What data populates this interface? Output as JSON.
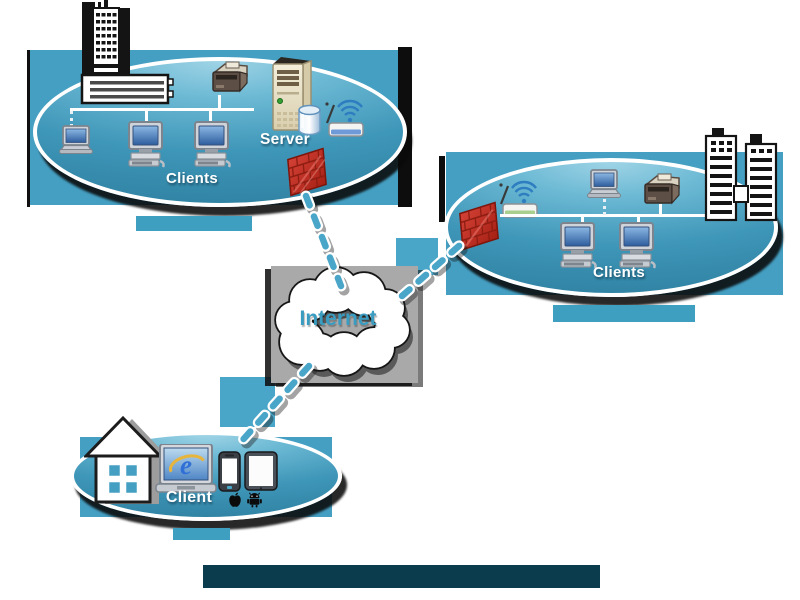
{
  "internet": {
    "label": "Internet"
  },
  "office1": {
    "caption": "",
    "clients_label": "Clients",
    "server_label": "Server",
    "icons": [
      "office-tower-building",
      "low-rise-building",
      "laptop",
      "desktop-computer",
      "desktop-computer",
      "printer",
      "server-tower",
      "database-cylinder",
      "wireless-access-point",
      "firewall"
    ]
  },
  "office2": {
    "caption": "",
    "clients_label": "Clients",
    "icons": [
      "firewall",
      "wireless-access-point",
      "laptop",
      "printer",
      "desktop-computer",
      "desktop-computer",
      "office-tower-buildings"
    ]
  },
  "home": {
    "caption": "",
    "client_label": "Client",
    "icons": [
      "house",
      "laptop-web-browser",
      "smartphone",
      "tablet",
      "apple-logo",
      "android-logo"
    ]
  },
  "title_bar": {
    "text": ""
  },
  "colors": {
    "teal": "#459fc2",
    "ellipse_mid": "#3e96b8",
    "ellipse_light": "#9fd4e6",
    "label_bar": "#3f9fc1",
    "connector": "#4aa6c8",
    "title_bar": "#0b3c4d",
    "cloud_bg": "#a9a9a9",
    "internet_text": "#3a9cc0",
    "firewall_red": "#c22d1f",
    "wifi_blue": "#2d7dc0"
  }
}
